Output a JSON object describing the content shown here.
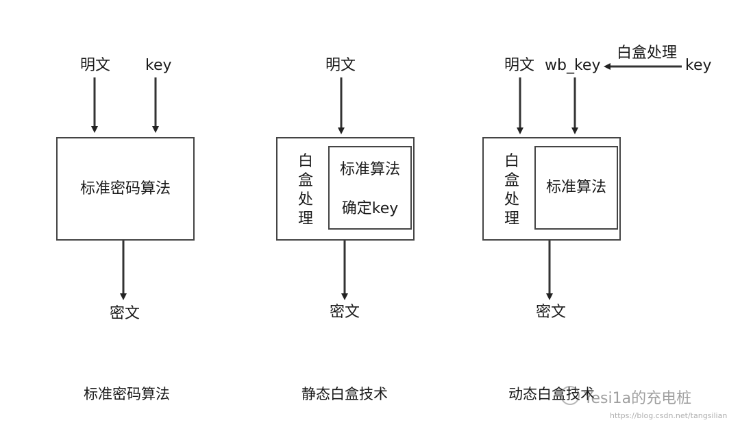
{
  "panel_standard": {
    "input_plaintext": "明文",
    "input_key": "key",
    "box_label": "标准密码算法",
    "output": "密文",
    "caption": "标准密码算法"
  },
  "panel_static": {
    "input_plaintext": "明文",
    "side_chars": [
      "白",
      "盒",
      "处",
      "理"
    ],
    "inner_line1": "标准算法",
    "inner_line2": "确定key",
    "output": "密文",
    "caption": "静态白盒技术"
  },
  "panel_dynamic": {
    "input_plaintext": "明文",
    "input_wb_key": "wb_key",
    "process_label": "白盒处理",
    "input_key": "key",
    "side_chars": [
      "白",
      "盒",
      "处",
      "理"
    ],
    "inner_label": "标准算法",
    "output": "密文",
    "caption": "动态白盒技术"
  },
  "watermark": {
    "text": "Yesi1a的充电桩",
    "url": "https://blog.csdn.net/tangsilian"
  }
}
